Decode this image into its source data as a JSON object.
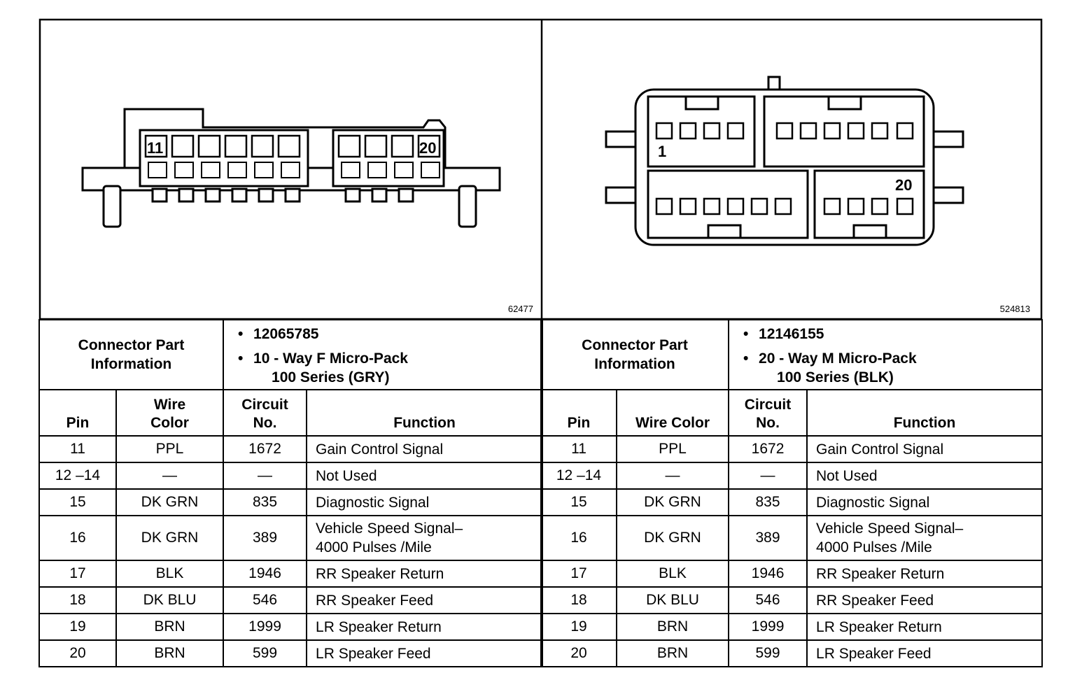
{
  "connectors": [
    {
      "figure_no": "62477",
      "cavity_labels": {
        "first": "11",
        "last": "20"
      },
      "part_info_label": "Connector Part Information",
      "part_number": "12065785",
      "description_line1": "10 - Way F Micro-Pack",
      "description_line2": "100 Series (GRY)",
      "headers": {
        "pin": "Pin",
        "wire_color": "Wire Color",
        "circuit_no": "Circuit No.",
        "function": "Function"
      },
      "rows": [
        {
          "pin": "11",
          "wire_color": "PPL",
          "circuit": "1672",
          "function": [
            "Gain Control Signal"
          ]
        },
        {
          "pin": "12 –14",
          "wire_color": "—",
          "circuit": "—",
          "function": [
            "Not Used"
          ]
        },
        {
          "pin": "15",
          "wire_color": "DK GRN",
          "circuit": "835",
          "function": [
            "Diagnostic Signal"
          ]
        },
        {
          "pin": "16",
          "wire_color": "DK GRN",
          "circuit": "389",
          "function": [
            "Vehicle Speed Signal–",
            "4000 Pulses /Mile"
          ]
        },
        {
          "pin": "17",
          "wire_color": "BLK",
          "circuit": "1946",
          "function": [
            "RR Speaker Return"
          ]
        },
        {
          "pin": "18",
          "wire_color": "DK BLU",
          "circuit": "546",
          "function": [
            "RR Speaker Feed"
          ]
        },
        {
          "pin": "19",
          "wire_color": "BRN",
          "circuit": "1999",
          "function": [
            "LR Speaker Return"
          ]
        },
        {
          "pin": "20",
          "wire_color": "BRN",
          "circuit": "599",
          "function": [
            "LR Speaker Feed"
          ]
        }
      ]
    },
    {
      "figure_no": "524813",
      "cavity_labels": {
        "first": "1",
        "last": "20"
      },
      "part_info_label": "Connector Part Information",
      "part_number": "12146155",
      "description_line1": "20 - Way M Micro-Pack",
      "description_line2": "100 Series (BLK)",
      "headers": {
        "pin": "Pin",
        "wire_color": "Wire Color",
        "circuit_no": "Circuit No.",
        "function": "Function"
      },
      "rows": [
        {
          "pin": "11",
          "wire_color": "PPL",
          "circuit": "1672",
          "function": [
            "Gain Control Signal"
          ]
        },
        {
          "pin": "12 –14",
          "wire_color": "—",
          "circuit": "—",
          "function": [
            "Not Used"
          ]
        },
        {
          "pin": "15",
          "wire_color": "DK GRN",
          "circuit": "835",
          "function": [
            "Diagnostic Signal"
          ]
        },
        {
          "pin": "16",
          "wire_color": "DK GRN",
          "circuit": "389",
          "function": [
            "Vehicle Speed Signal–",
            "4000 Pulses /Mile"
          ]
        },
        {
          "pin": "17",
          "wire_color": "BLK",
          "circuit": "1946",
          "function": [
            "RR Speaker Return"
          ]
        },
        {
          "pin": "18",
          "wire_color": "DK BLU",
          "circuit": "546",
          "function": [
            "RR Speaker Feed"
          ]
        },
        {
          "pin": "19",
          "wire_color": "BRN",
          "circuit": "1999",
          "function": [
            "LR Speaker Return"
          ]
        },
        {
          "pin": "20",
          "wire_color": "BRN",
          "circuit": "599",
          "function": [
            "LR Speaker Feed"
          ]
        }
      ]
    }
  ]
}
